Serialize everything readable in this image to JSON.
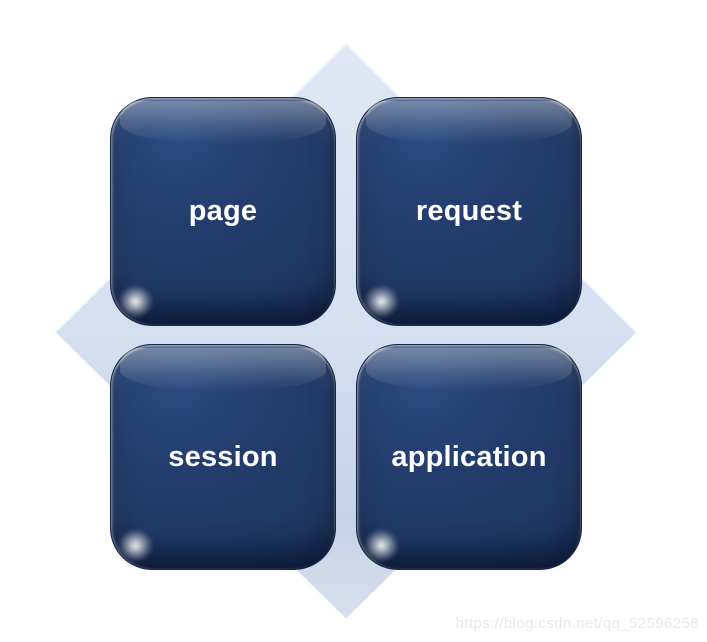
{
  "diagram": {
    "boxes": [
      {
        "label": "page"
      },
      {
        "label": "request"
      },
      {
        "label": "session"
      },
      {
        "label": "application"
      }
    ],
    "shapes": {
      "background_shape": "diamond"
    },
    "colors": {
      "box_fill": "#1F3864",
      "box_text": "#FFFFFF",
      "diamond_fill": "#D5DFEF",
      "page_background": "#FFFFFF"
    }
  },
  "watermark": {
    "text": "https://blog.csdn.net/qq_52596258",
    "color": "#E8E8EC"
  }
}
